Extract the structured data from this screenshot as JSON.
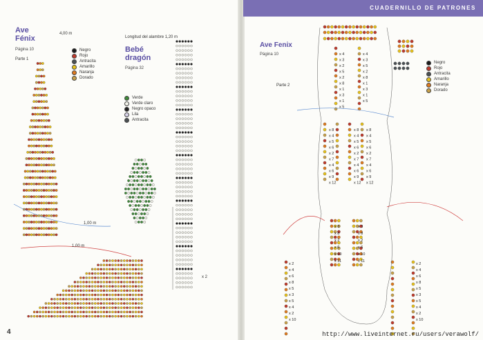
{
  "header": {
    "title": "CUADERNILLO DE PATRONES"
  },
  "left": {
    "fenix_title_1": "Ave",
    "fenix_title_2": "Fénix",
    "fenix_page": "Página 10",
    "parte1": "Parte 1",
    "wire_400": "4,00 m",
    "wire_100a": "1,00 m",
    "wire_100b": "1,00 m",
    "dragon_wire": "Longitud del alambre 1,20 m",
    "dragon_title_1": "Bebé",
    "dragon_title_2": "dragón",
    "dragon_page": "Página 32",
    "x2": "x 2",
    "page_number": "4",
    "fenix_legend": [
      {
        "label": "Negro",
        "color": "#1a1a1a"
      },
      {
        "label": "Rojo",
        "color": "#c0392b"
      },
      {
        "label": "Antracita",
        "color": "#4a4f52"
      },
      {
        "label": "Amarillo",
        "color": "#e8c21a"
      },
      {
        "label": "Naranja",
        "color": "#e07b1f"
      },
      {
        "label": "Dorado",
        "color": "#c9a24a"
      }
    ],
    "dragon_legend": [
      {
        "label": "Verde",
        "color": "#3f8a3a"
      },
      {
        "label": "Verde claro",
        "color": "#f2f2ea"
      },
      {
        "label": "Negro opaco",
        "color": "#222222"
      },
      {
        "label": "Lila",
        "color": "#d8d3e8"
      },
      {
        "label": "Antracita",
        "color": "#4a4f52"
      }
    ]
  },
  "right": {
    "title": "Ave Fenix",
    "page": "Página 10",
    "parte2": "Parte 2",
    "legend": [
      {
        "label": "Negro",
        "color": "#1a1a1a"
      },
      {
        "label": "Rojo",
        "color": "#c0392b"
      },
      {
        "label": "Antracita",
        "color": "#4a4f52"
      },
      {
        "label": "Amarillo",
        "color": "#e8c21a"
      },
      {
        "label": "Naranja",
        "color": "#e07b1f"
      },
      {
        "label": "Dorado",
        "color": "#c9a24a"
      }
    ],
    "top_counts_left": [
      "x 4",
      "x 3",
      "x 2",
      "x 5",
      "x 2",
      "x 8",
      "x 1",
      "x 3",
      "x 1",
      "x 5"
    ],
    "top_counts_right": [
      "x 4",
      "x 3",
      "x 5",
      "x 2",
      "x 8",
      "x 1",
      "x 3",
      "x 1",
      "x 5"
    ],
    "mid_counts": [
      "x 8",
      "x 4",
      "x 5",
      "x 6",
      "x 2",
      "x 7",
      "x 4",
      "x 6",
      "x 9",
      "x 12"
    ],
    "low_counts": [
      "x 3",
      "x 8",
      "x 2",
      "x 6",
      "x 10",
      "x 11"
    ],
    "side_counts": [
      "x 2",
      "x 4",
      "x 6",
      "x 8",
      "x 5",
      "x 3",
      "x 5",
      "x 4",
      "x 2",
      "x 10"
    ],
    "watermark": "http://www.liveinternet.ru/users/verawolf/"
  }
}
